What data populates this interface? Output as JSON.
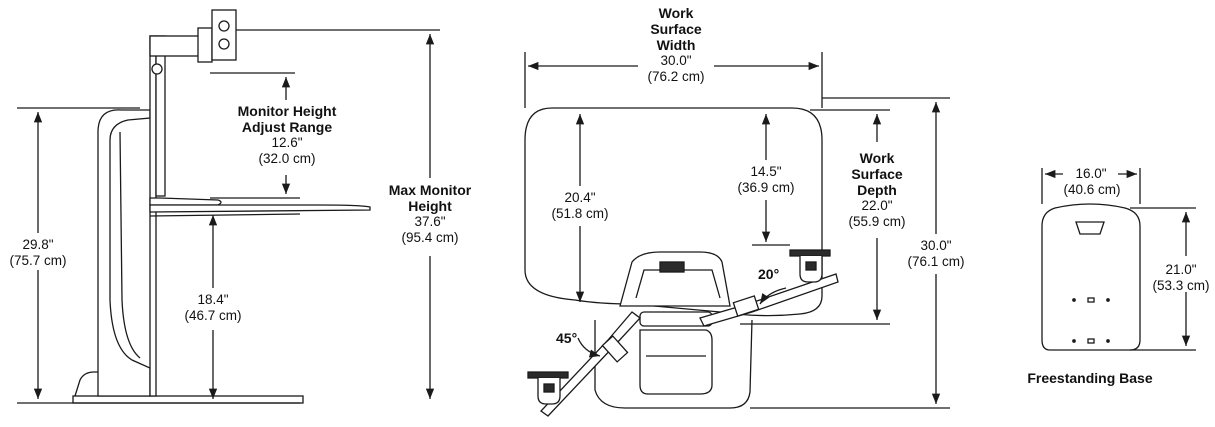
{
  "side_view": {
    "monitor_height_adjust": {
      "title_line1": "Monitor Height",
      "title_line2": "Adjust Range",
      "in": "12.6\"",
      "cm": "(32.0 cm)"
    },
    "max_monitor_height": {
      "title_line1": "Max Monitor",
      "title_line2": "Height",
      "in": "37.6\"",
      "cm": "(95.4 cm)"
    },
    "overall_height": {
      "in": "29.8\"",
      "cm": "(75.7 cm)"
    },
    "surface_height": {
      "in": "18.4\"",
      "cm": "(46.7 cm)"
    }
  },
  "top_view": {
    "work_surface_width": {
      "title_line1": "Work",
      "title_line2": "Surface",
      "title_line3": "Width",
      "in": "30.0\"",
      "cm": "(76.2 cm)"
    },
    "left_depth": {
      "in": "20.4\"",
      "cm": "(51.8 cm)"
    },
    "inner_depth": {
      "in": "14.5\"",
      "cm": "(36.9 cm)"
    },
    "work_surface_depth": {
      "title_line1": "Work",
      "title_line2": "Surface",
      "title_line3": "Depth",
      "in": "22.0\"",
      "cm": "(55.9 cm)"
    },
    "overall_depth": {
      "in": "30.0\"",
      "cm": "(76.1 cm)"
    },
    "angle_right": "20°",
    "angle_left": "45°"
  },
  "base_view": {
    "width": {
      "in": "16.0\"",
      "cm": "(40.6 cm)"
    },
    "depth": {
      "in": "21.0\"",
      "cm": "(53.3 cm)"
    },
    "caption": "Freestanding Base"
  },
  "colors": {
    "line": "#1a1a1a",
    "fill": "#ffffff",
    "dark_fill": "#2b2b2b"
  }
}
